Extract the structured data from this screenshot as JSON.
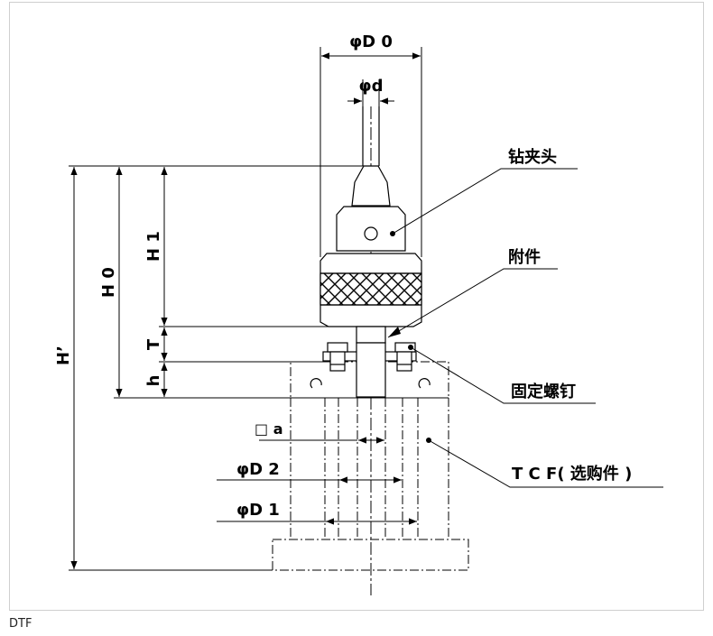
{
  "labels": {
    "phi_D0": "φD 0",
    "phi_d": "φd",
    "drill_chuck": "钻夹头",
    "attachment": "附件",
    "fixing_screw": "固定螺钉",
    "square_a": "□ a",
    "phi_D2": "φD 2",
    "phi_D1": "φD 1",
    "tcf": "T C F( 选购件 )",
    "H1": "H 1",
    "H0": "H 0",
    "H_prime": "H’",
    "T": "T",
    "h": "h"
  },
  "caption": "DTF"
}
